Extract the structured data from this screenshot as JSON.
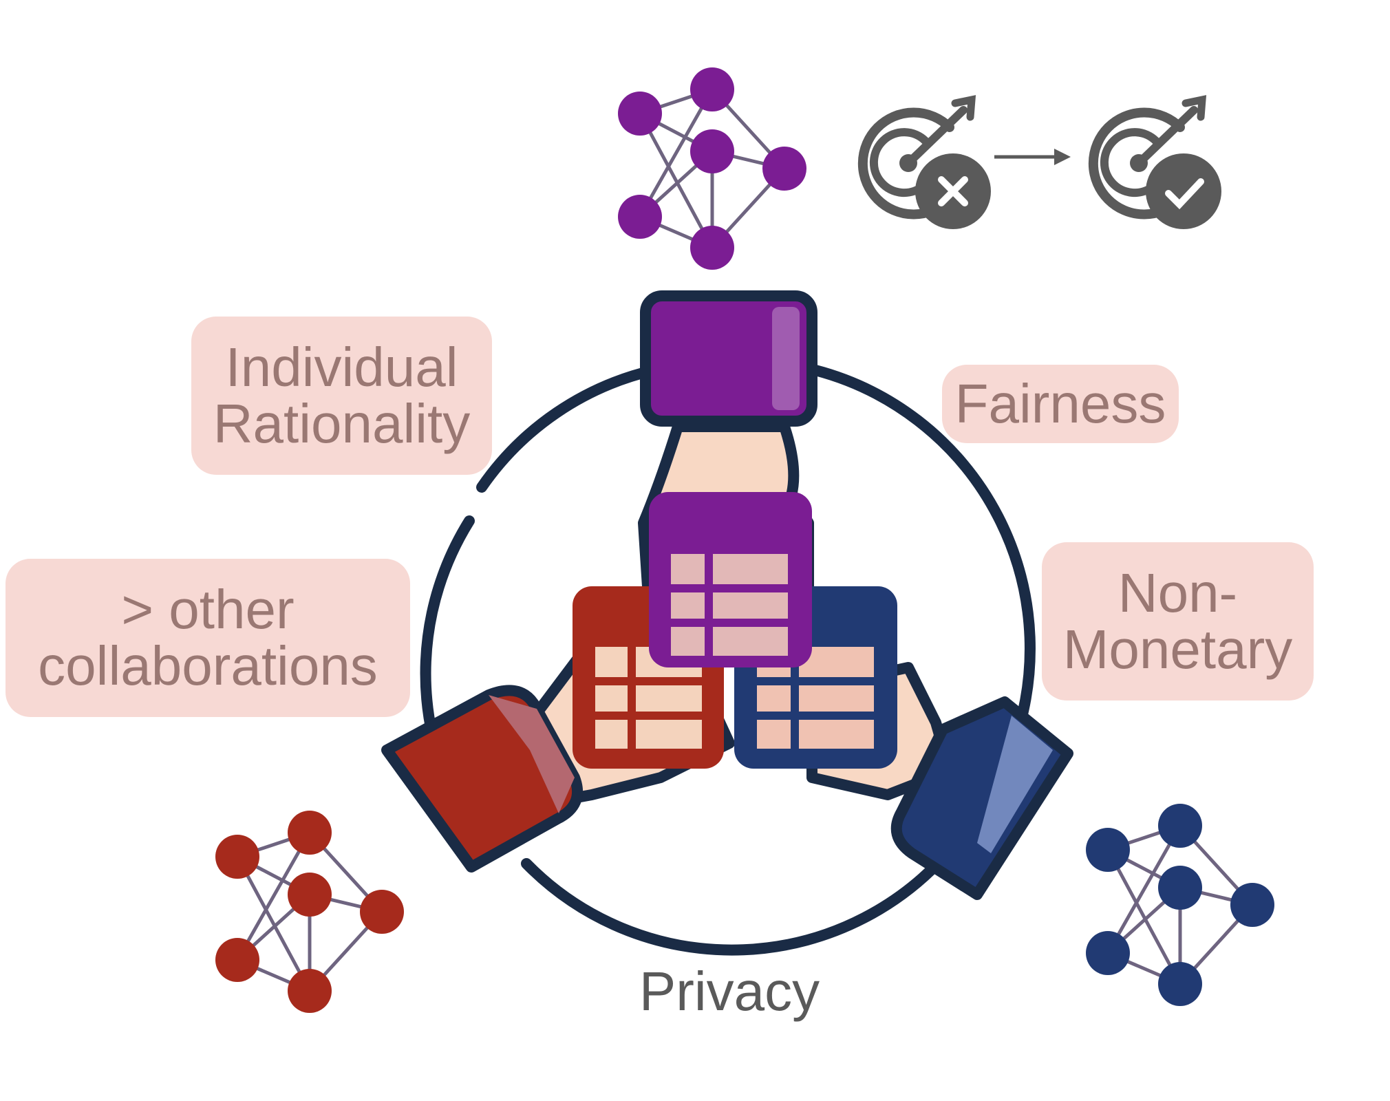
{
  "labels": {
    "individual_rationality_line1": "Individual",
    "individual_rationality_line2": "Rationality",
    "fairness": "Fairness",
    "other_collaborations_line1": "> other",
    "other_collaborations_line2": "collaborations",
    "non_monetary_line1": "Non-",
    "non_monetary_line2": "Monetary",
    "privacy": "Privacy"
  },
  "colors": {
    "purple": "#7b1d93",
    "red": "#a62a1c",
    "blue": "#213a73",
    "outline": "#1a2b45",
    "skin": "#f8d8c4",
    "pill_bg": "#f7d9d4",
    "pill_text": "#9a7873",
    "target_gray": "#5a5a5a",
    "edge_gray": "#6e6480"
  },
  "icons": {
    "top_network": "neural-network-icon",
    "target_miss": "target-miss-icon",
    "target_hit": "target-hit-icon",
    "hands": "hands-joined-icon",
    "dataset": "data-table-icon"
  }
}
